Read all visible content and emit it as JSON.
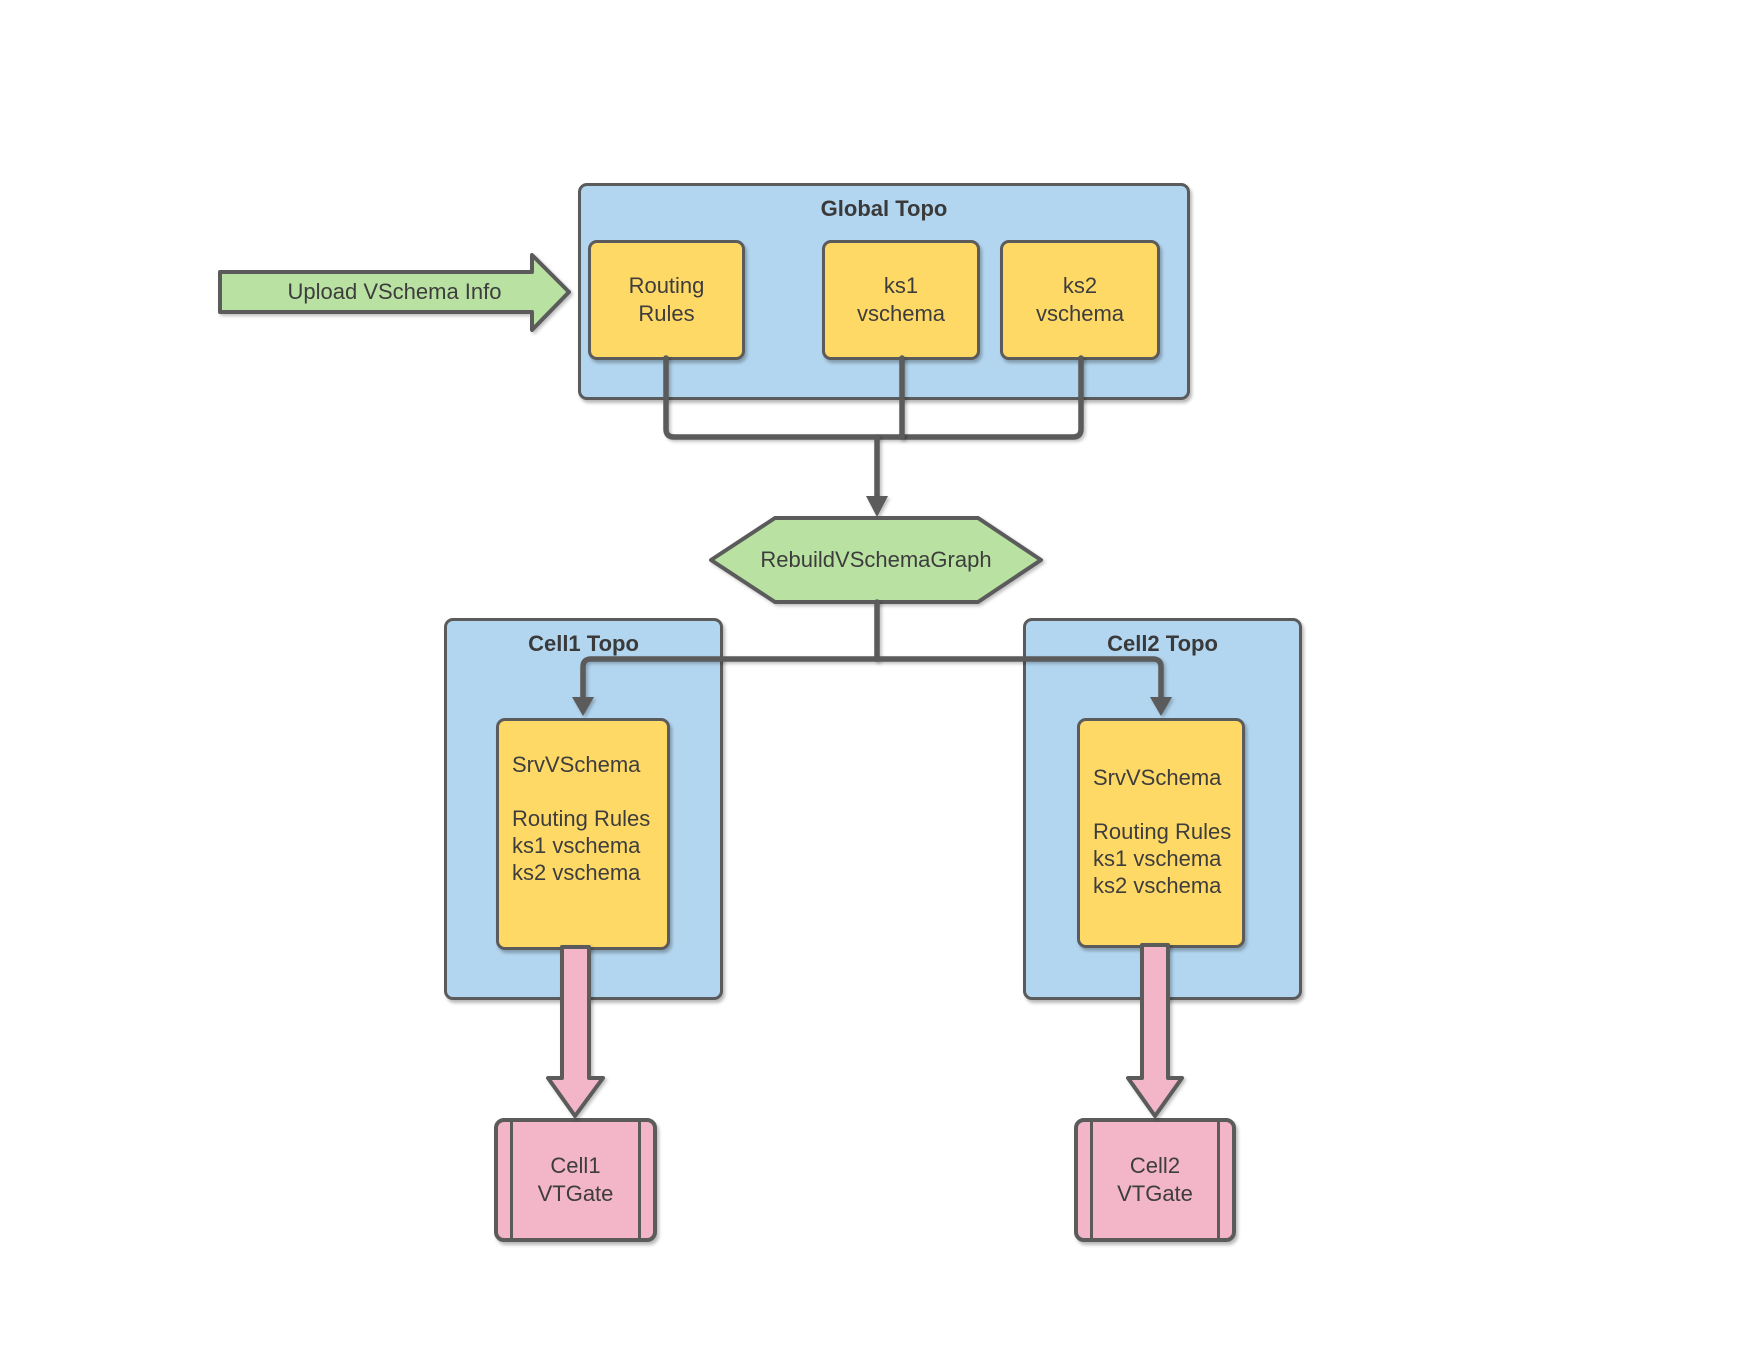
{
  "colors": {
    "container_fill": "#b3d6f0",
    "node_fill": "#ffd966",
    "process_fill": "#b9e2a2",
    "gate_fill": "#f2b6c8",
    "stroke": "#5b5b5b",
    "text": "#3d3d3d"
  },
  "upload_arrow": {
    "label": "Upload VSchema Info"
  },
  "global_topo": {
    "title": "Global Topo",
    "nodes": [
      {
        "label": "Routing\nRules"
      },
      {
        "label": "ks1\nvschema"
      },
      {
        "label": "ks2\nvschema"
      }
    ]
  },
  "rebuild": {
    "label": "RebuildVSchemaGraph"
  },
  "cells": [
    {
      "title": "Cell1 Topo",
      "srv_vschema": "SrvVSchema\n\nRouting Rules\nks1 vschema\nks2 vschema",
      "vtgate_label": "Cell1\nVTGate"
    },
    {
      "title": "Cell2 Topo",
      "srv_vschema": "SrvVSchema\n\nRouting Rules\nks1 vschema\nks2 vschema",
      "vtgate_label": "Cell2\nVTGate"
    }
  ]
}
